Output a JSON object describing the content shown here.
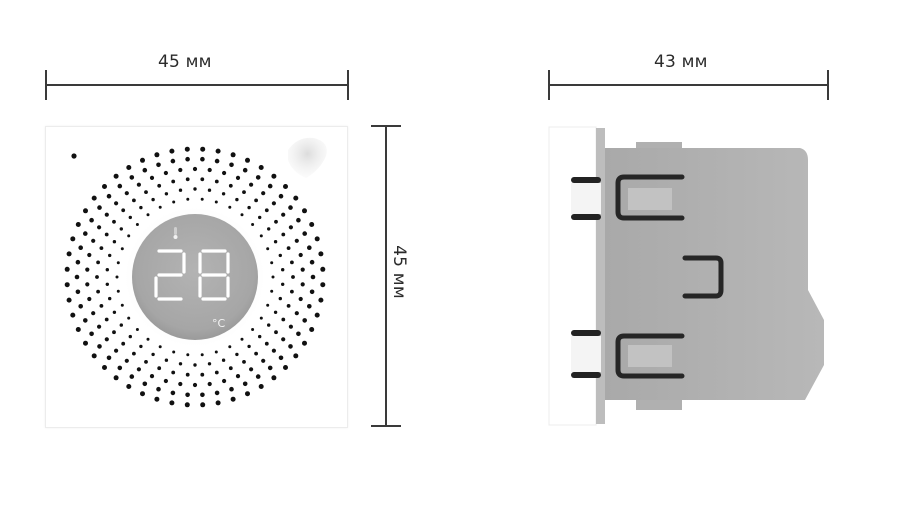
{
  "front_view": {
    "width_label": "45 мм",
    "height_label": "45 мм",
    "display": {
      "temperature": "28",
      "unit": "°C"
    }
  },
  "side_view": {
    "depth_label": "43 мм"
  },
  "colors": {
    "dimension_line": "#3a3a3a",
    "plate": "#ffffff",
    "display_bg": "#a9a9a9",
    "housing": "#b4b4b4",
    "dots": "#111111",
    "segments": "#ffffff"
  }
}
